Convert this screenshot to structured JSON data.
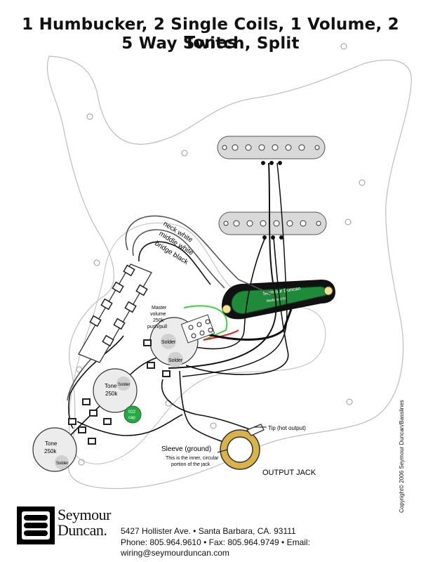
{
  "title": {
    "line1": "1 Humbucker, 2 Single Coils, 1 Volume, 2 Tones",
    "line2": "5 Way Switch, Split"
  },
  "wire_labels": {
    "neck": "neck white",
    "middle": "middle white",
    "bridge": "bridge black"
  },
  "pots": {
    "master": [
      "Master",
      "volume",
      "250k",
      "push/pull"
    ],
    "tone_upper": [
      "Tone",
      "250k"
    ],
    "tone_lower": [
      "Tone",
      "250k"
    ],
    "solder": "Solder"
  },
  "cap": [
    "022",
    "cap"
  ],
  "humbucker_label": "Seymour Duncan",
  "humbucker_sublabel": "Made in USA",
  "jack": {
    "tip": "Tip (hot output)",
    "sleeve": "Sleeve (ground)",
    "sleeve_note1": "This is the inner, circular",
    "sleeve_note2": "portion of the jack",
    "name": "OUTPUT JACK"
  },
  "footer": {
    "brand_line1": "Seymour",
    "brand_line2": "Duncan.",
    "address": "5427 Hollister Ave. • Santa Barbara, CA. 93111",
    "contact": "Phone: 805.964.9610 • Fax: 805.964.9749 • Email: wiring@seymourduncan.com"
  },
  "copyright": "Copyright© 2006 Seymour Duncan/Basslines",
  "colors": {
    "pickup_gray": "#d9d9d9",
    "humbucker_green": "#1f8a3a",
    "jack_ring": "#d9b24a",
    "cap_green": "#27a845",
    "wire_red": "#e0201c",
    "wire_green": "#3fcf3f"
  }
}
